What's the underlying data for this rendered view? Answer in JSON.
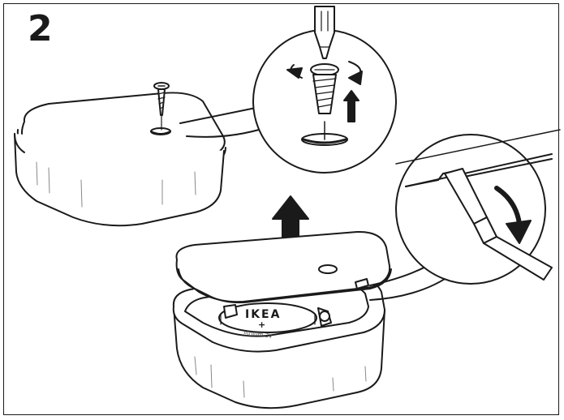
{
  "step": {
    "number": "2"
  },
  "battery": {
    "brand": "IKEA",
    "symbol": "+",
    "type_text": "lithium 3V"
  },
  "icons": [
    "screw-icon",
    "screwdriver-icon",
    "rotate-arrow-icon",
    "up-arrow-icon",
    "down-arrow-icon",
    "flathead-screwdriver-icon"
  ],
  "colors": {
    "stroke": "#1a1a1a",
    "fill_light": "#ffffff",
    "arrow": "#1a1a1a"
  }
}
